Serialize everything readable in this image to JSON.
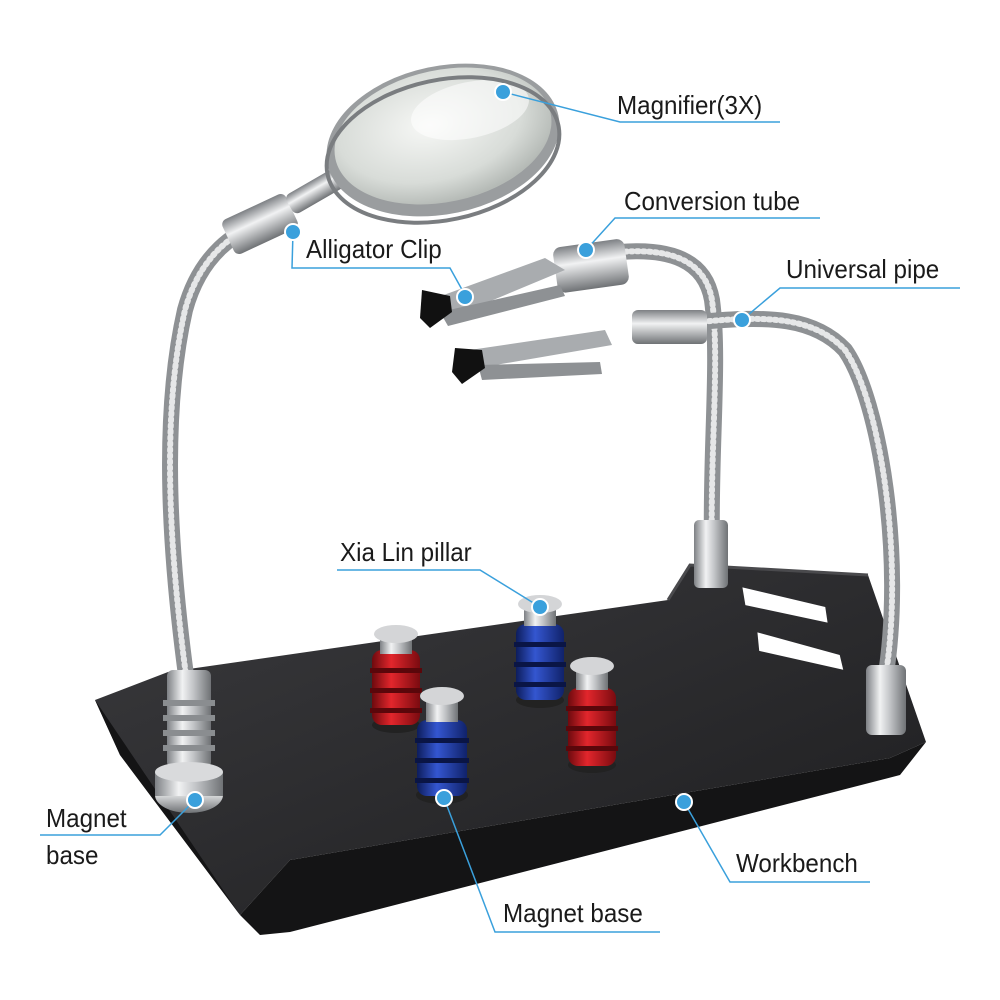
{
  "labels": {
    "magnifier": "Magnifier(3X)",
    "conversion_tube": "Conversion tube",
    "alligator_clip": "Alligator Clip",
    "universal_pipe": "Universal pipe",
    "xia_lin_pillar": "Xia Lin pillar",
    "magnet_base_left_line1": "Magnet",
    "magnet_base_left_line2": "base",
    "magnet_base_bottom": "Magnet base",
    "workbench": "Workbench"
  },
  "colors": {
    "callout": "#3aa0dc",
    "workbench": "#2b2b2d",
    "pillar_red": "#c8161d",
    "pillar_blue": "#1f3fae",
    "metal": "#c9cacc"
  }
}
